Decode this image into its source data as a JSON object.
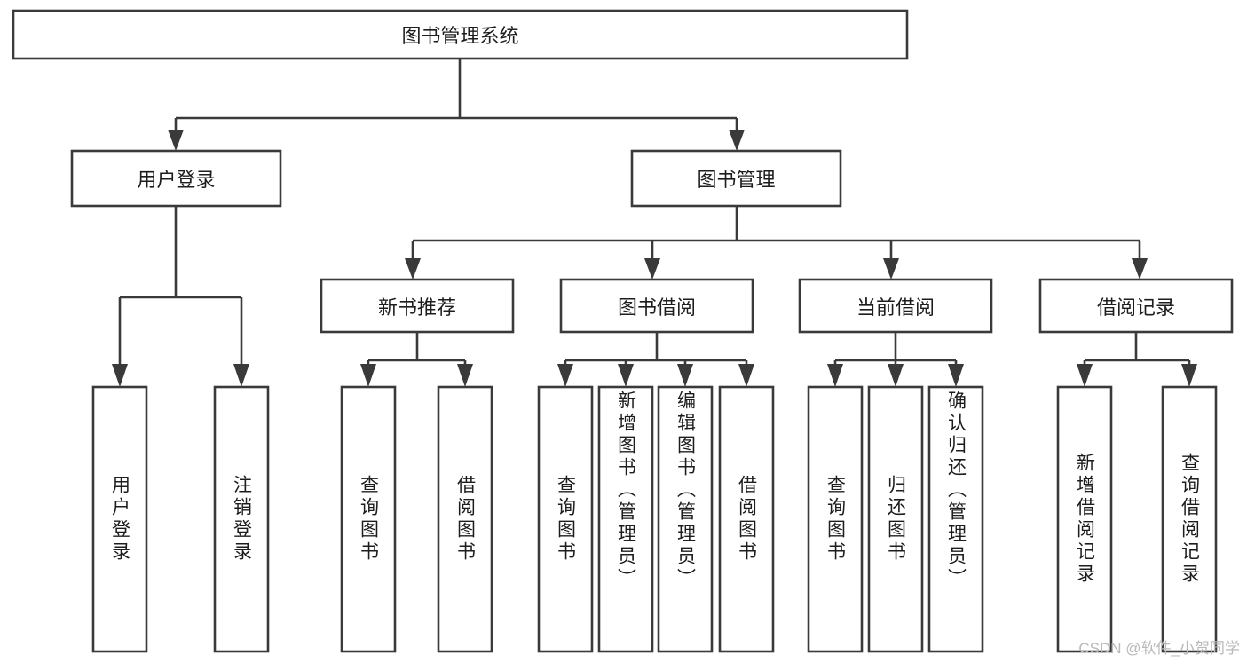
{
  "diagram": {
    "type": "tree-hierarchy",
    "title": "图书管理系统",
    "watermark": "CSDN @软件_小贺同学",
    "colors": {
      "stroke": "#3a3a3a",
      "fill": "#ffffff",
      "text": "#1d1d1d",
      "watermark": "#b9b9b9",
      "background": "#ffffff"
    },
    "levels": {
      "root": {
        "label": "图书管理系统"
      },
      "level2": [
        {
          "label": "用户登录"
        },
        {
          "label": "图书管理"
        }
      ],
      "level3": [
        {
          "label": "新书推荐"
        },
        {
          "label": "图书借阅"
        },
        {
          "label": "当前借阅"
        },
        {
          "label": "借阅记录"
        }
      ],
      "leaves": {
        "user_login": [
          {
            "label": "用户登录"
          },
          {
            "label": "注销登录"
          }
        ],
        "new_book_recommend": [
          {
            "label": "查询图书"
          },
          {
            "label": "借阅图书"
          }
        ],
        "book_borrow": [
          {
            "label": "查询图书"
          },
          {
            "label": "新增图书（管理员）"
          },
          {
            "label": "编辑图书（管理员）"
          },
          {
            "label": "借阅图书"
          }
        ],
        "current_borrow": [
          {
            "label": "查询图书"
          },
          {
            "label": "归还图书"
          },
          {
            "label": "确认归还（管理员）"
          }
        ],
        "borrow_record": [
          {
            "label": "新增借阅记录"
          },
          {
            "label": "查询借阅记录"
          }
        ]
      }
    }
  }
}
